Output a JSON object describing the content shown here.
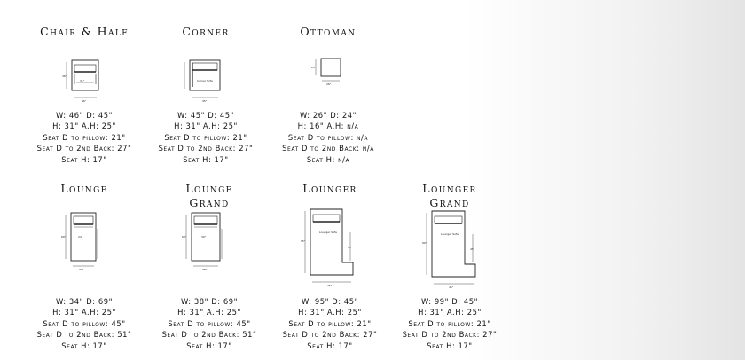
{
  "items": [
    {
      "title_lines": [
        "Chair & Half"
      ],
      "dims": {
        "inner": "31\"",
        "side": "36\"",
        "bottom": "46\""
      },
      "specs": [
        "W: 46\" D: 45\"",
        "H: 31\" A.H: 25\"",
        "Seat D to pillow: 21\"",
        "Seat D to 2nd Back: 27\"",
        "Seat H: 17\""
      ]
    },
    {
      "title_lines": [
        "Corner"
      ],
      "dims": {
        "label": "Corner Sofa",
        "bottom": "45\""
      },
      "specs": [
        "W: 45\" D: 45\"",
        "H: 31\" A.H: 25\"",
        "Seat D to pillow: 21\"",
        "Seat D to 2nd Back: 27\"",
        "Seat H: 17\""
      ]
    },
    {
      "title_lines": [
        "Ottoman"
      ],
      "dims": {
        "side": "24\"",
        "bottom": "26\""
      },
      "specs": [
        "W: 26\" D: 24\"",
        "H: 16\" A.H: n/a",
        "Seat D to pillow: n/a",
        "Seat D to 2nd Back: n/a",
        "Seat H: n/a"
      ]
    },
    {
      "title_lines": [
        "Lounge"
      ],
      "dims": {
        "inner": "24\"",
        "side": "69\"",
        "bottom": "34\""
      },
      "specs": [
        "W: 34\" D: 69\"",
        "H: 31\" A.H: 25\"",
        "Seat D to pillow: 45\"",
        "Seat D to 2nd Back: 51\"",
        "Seat H: 17\""
      ]
    },
    {
      "title_lines": [
        "Lounge",
        "Grand"
      ],
      "dims": {
        "inner": "30\"",
        "side": "69\"",
        "bottom": "38\""
      },
      "specs": [
        "W: 38\" D: 69\"",
        "H: 31\" A.H: 25\"",
        "Seat D to pillow: 45\"",
        "Seat D to 2nd Back: 51\"",
        "Seat H: 17\""
      ]
    },
    {
      "title_lines": [
        "Lounger"
      ],
      "dims": {
        "label": "Lounger Sofa",
        "side": "95\"",
        "right": "45\"",
        "bottom": "45\""
      },
      "specs": [
        "W: 95\" D: 45\"",
        "H: 31\" A.H: 25\"",
        "Seat D to pillow: 21\"",
        "Seat D to 2nd Back: 27\"",
        "Seat H: 17\""
      ]
    },
    {
      "title_lines": [
        "Lounger",
        "Grand"
      ],
      "dims": {
        "label": "Lounger Sofa",
        "side": "99\"",
        "right": "45\"",
        "bottom": "45\""
      },
      "specs": [
        "W: 99\" D: 45\"",
        "H: 31\" A.H: 25\"",
        "Seat D to pillow: 21\"",
        "Seat D to 2nd Back: 27\"",
        "Seat H: 17\""
      ]
    }
  ]
}
